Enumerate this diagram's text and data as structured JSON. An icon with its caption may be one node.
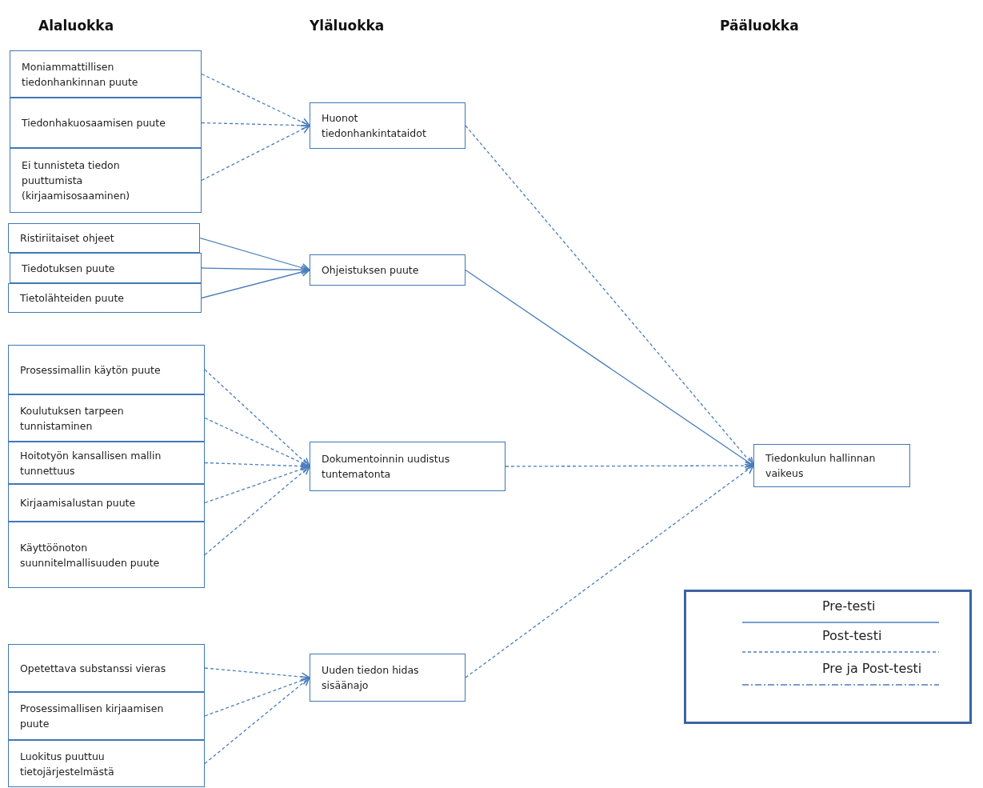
{
  "diagram": {
    "nodes": [
      {
        "text": [
          "Moniammattillisen tiedonhankinnan puute"
        ]
      },
      {
        "text": [
          "Tiedonhakuosaamisen puute"
        ]
      },
      {
        "text": [
          "Ei tunnisteta tiedon puuttumista (kirjaamisosaaminen)"
        ]
      },
      {
        "text": [
          "Ristiriitaiset ohjeet"
        ]
      },
      {
        "text": [
          "Tiedotuksen puute"
        ]
      },
      {
        "text": [
          "Tietolähteiden puute"
        ]
      },
      {
        "text": [
          "Prosessimallin käytön puute"
        ]
      },
      {
        "text": [
          "Koulutuksen tarpeen tunnistaminen"
        ]
      },
      {
        "text": [
          "Hoitotyön kansallisen mallin tunnettuus"
        ]
      },
      {
        "text": [
          "Kirjaamisalustan puute"
        ]
      },
      {
        "text": [
          "Käyttöönoton suunnitelmallisuuden puute"
        ]
      },
      {
        "text": [
          "Opetettava substanssi vieras"
        ]
      },
      {
        "text": [
          "Prosessimallisen kirjaamisen puute"
        ]
      },
      {
        "text": [
          "Luokitus puuttuu tietojärjestelmästä"
        ]
      },
      {
        "text": [
          "Huonot tiedonhankintataidot"
        ]
      },
      {
        "text": [
          "Ohjeistuksen puute"
        ]
      },
      {
        "text": [
          "Dokumentoinnin uudistus tuntematonta"
        ]
      },
      {
        "text": [
          "Uuden tiedon hidas sisäänajo"
        ]
      },
      {
        "text": [
          "Tiedonkulun hallinnan vaikeus"
        ]
      }
    ],
    "edges": [
      {
        "from": 0,
        "to": 14,
        "arrow": "to",
        "style": "dashed"
      },
      {
        "from": 1,
        "to": 14,
        "arrow": "to",
        "style": "dashed"
      },
      {
        "from": 2,
        "to": 14,
        "arrow": "to",
        "style": "dashed"
      },
      {
        "from": 3,
        "to": 15,
        "arrow": "to"
      },
      {
        "from": 4,
        "to": 15,
        "arrow": "to"
      },
      {
        "from": 5,
        "to": 15,
        "arrow": "to"
      },
      {
        "from": 6,
        "to": 16,
        "arrow": "to",
        "style": "dashed"
      },
      {
        "from": 7,
        "to": 16,
        "arrow": "to",
        "style": "dashed"
      },
      {
        "from": 8,
        "to": 16,
        "arrow": "to",
        "style": "dashed"
      },
      {
        "from": 9,
        "to": 16,
        "arrow": "to",
        "style": "dashed"
      },
      {
        "from": 10,
        "to": 16,
        "arrow": "to",
        "style": "dashed"
      },
      {
        "from": 11,
        "to": 17,
        "arrow": "to",
        "style": "dashed"
      },
      {
        "from": 12,
        "to": 17,
        "arrow": "to",
        "style": "dashed"
      },
      {
        "from": 13,
        "to": 17,
        "arrow": "to",
        "style": "dashed"
      },
      {
        "from": 14,
        "to": 18,
        "arrow": "to",
        "style": "dashed"
      },
      {
        "from": 15,
        "to": 18,
        "arrow": "to"
      },
      {
        "from": 16,
        "to": 18,
        "arrow": "to",
        "style": "dashed"
      },
      {
        "from": 17,
        "to": 18,
        "arrow": "to",
        "style": "dashed"
      }
    ],
    "labels": [
      "Alaluokka",
      "Yläluokka",
      "Pääluokka"
    ],
    "legend": [
      {
        "text": "Pre-testi"
      },
      {
        "text": "Post-testi"
      },
      {
        "text": "Pre ja Post-testi"
      }
    ]
  }
}
